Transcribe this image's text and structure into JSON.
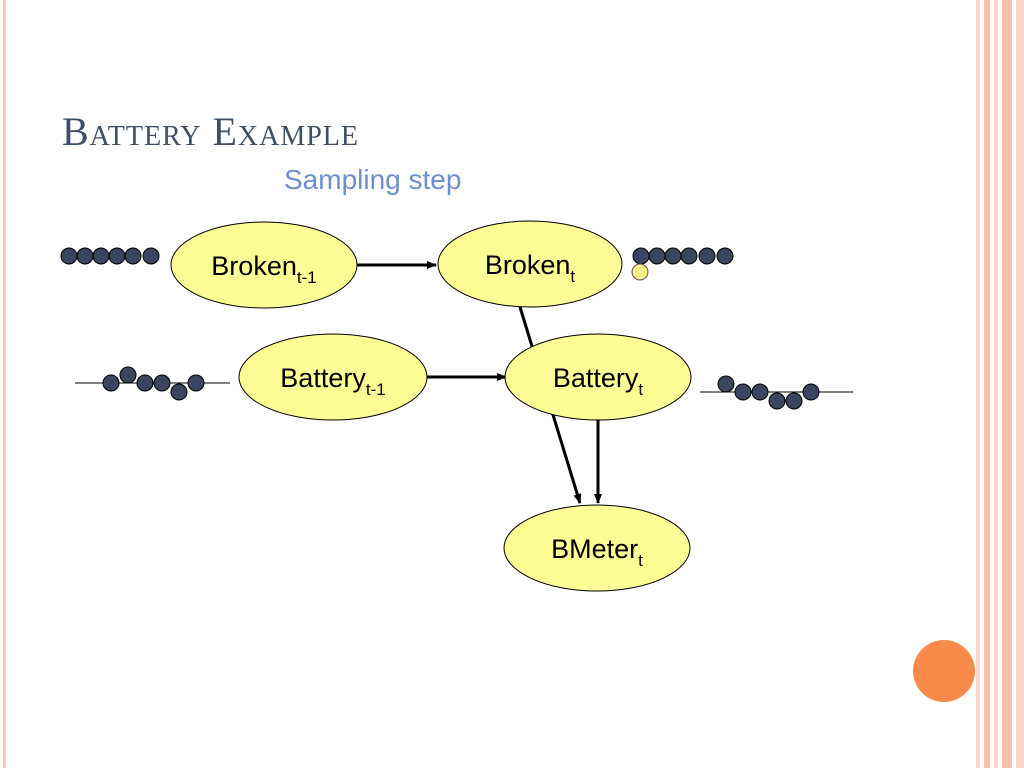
{
  "slide": {
    "title": "Battery Example",
    "subtitle": "Sampling step"
  },
  "nodes": {
    "broken_prev": {
      "base": "Broken",
      "sub": "t-1"
    },
    "broken_t": {
      "base": "Broken",
      "sub": "t"
    },
    "battery_prev": {
      "base": "Battery",
      "sub": "t-1"
    },
    "battery_t": {
      "base": "Battery",
      "sub": "t"
    },
    "bmeter_t": {
      "base": "BMeter",
      "sub": "t"
    }
  },
  "colors": {
    "node_fill": "#fdfd96",
    "dot_fill": "#3b4560",
    "title": "#3f4f63",
    "subtitle": "#6d8fcb",
    "accent_circle": "#f98a4a",
    "border": "#f8c8b8"
  }
}
